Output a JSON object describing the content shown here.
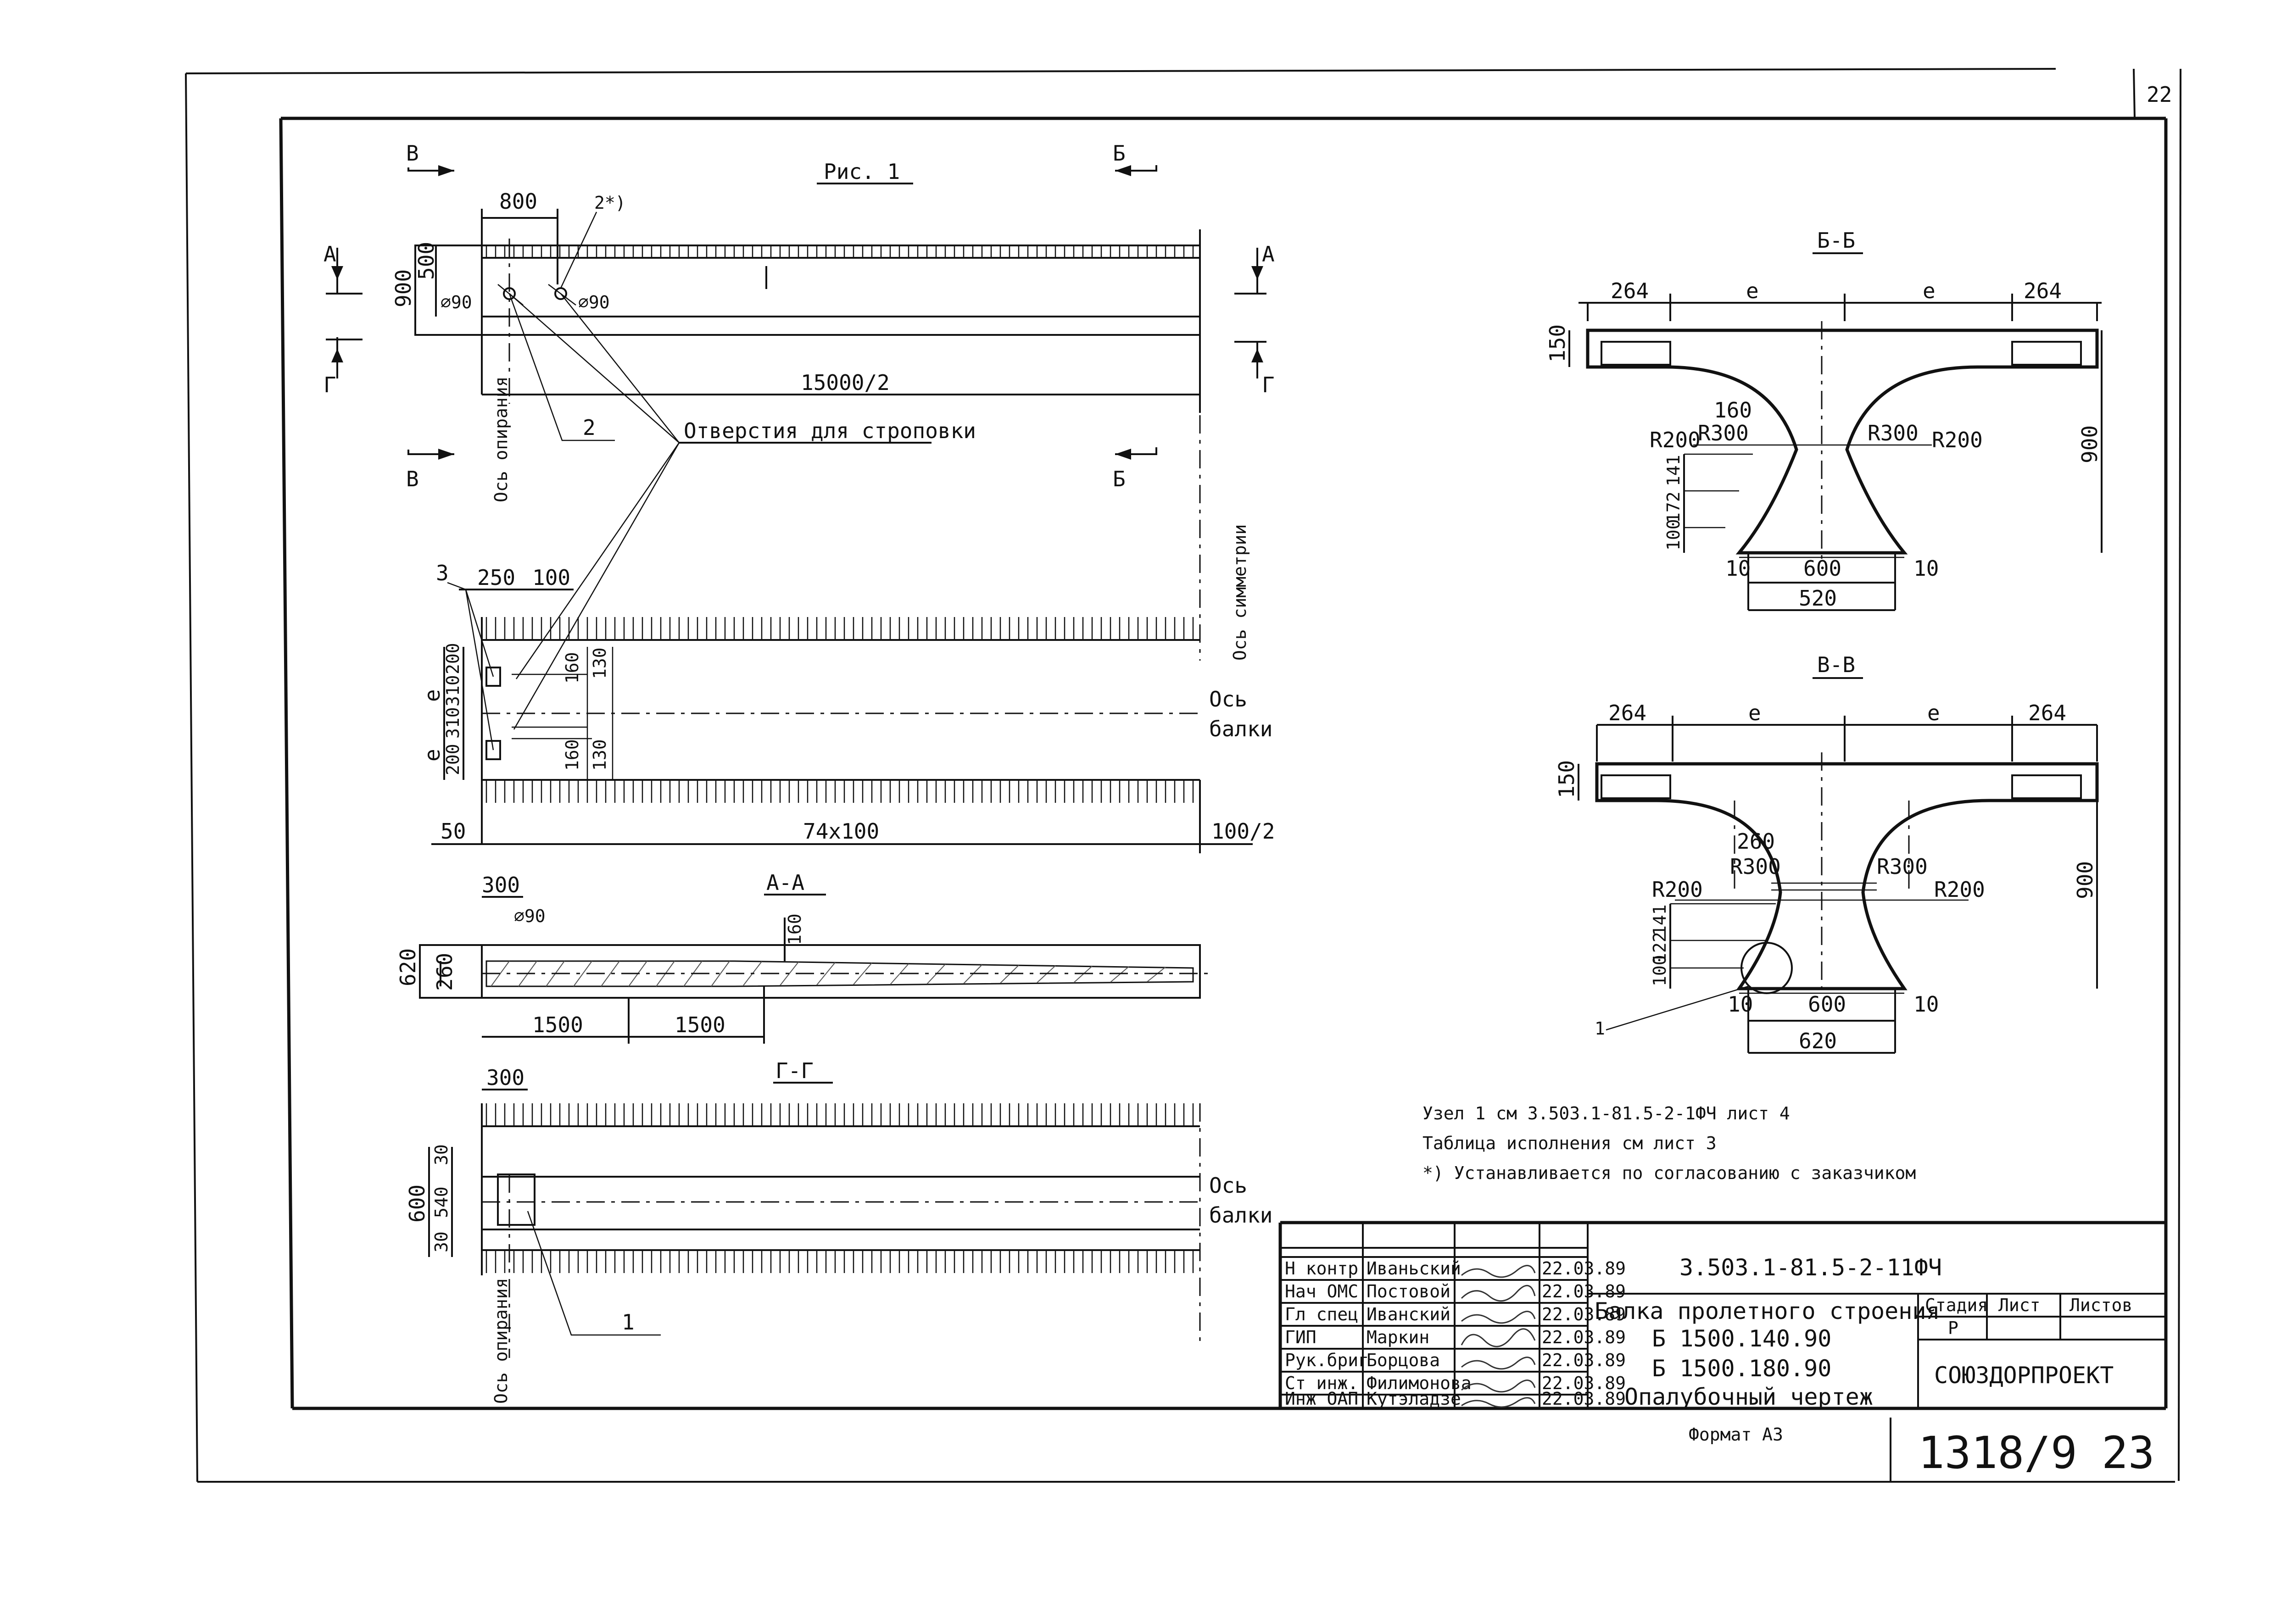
{
  "sheet": {
    "page_number": "22",
    "drawing_code": "3.503.1-81.5-2-11ФЧ",
    "title": "Балка пролетного строения",
    "marks": [
      "Б 1500.140.90",
      "Б 1500.180.90"
    ],
    "subtitle": "Опалубочный чертеж",
    "org": "СОЮЗДОРПРОЕКТ",
    "format": "Формат А3",
    "inventory": "1318/9",
    "list_no": "23",
    "stage_headers": [
      "Стадия",
      "Лист",
      "Листов"
    ],
    "stage_values": [
      "Р",
      "",
      ""
    ]
  },
  "signatures": [
    {
      "role": "Н контр",
      "name": "Иваньский",
      "date": "22.03.89"
    },
    {
      "role": "Нач ОМС",
      "name": "Постовой",
      "date": "22.03.89"
    },
    {
      "role": "Гл спец",
      "name": "Иванский",
      "date": "22.03.89"
    },
    {
      "role": "ГИП",
      "name": "Маркин",
      "date": "22.03.89"
    },
    {
      "role": "Рук.бриг",
      "name": "Борцова",
      "date": "22.03.89"
    },
    {
      "role": "Ст инж.",
      "name": "Филимонова",
      "date": "22.03.89"
    },
    {
      "role": "Инж ОАП",
      "name": "Кутэладзе",
      "date": "22.03.89"
    }
  ],
  "notes": [
    "Узел 1 см 3.503.1-81.5-2-1ФЧ лист 4",
    "Таблица исполнения см лист 3",
    "*) Устанавливается по согласованию с заказчиком"
  ],
  "views": {
    "fig1": "Рис. 1",
    "bb": "Б-Б",
    "vv": "В-В",
    "aa": "А-А",
    "gg": "Г-Г"
  },
  "section_marks": {
    "v": "В",
    "b": "Б",
    "a": "А",
    "g": "Г"
  },
  "callouts": {
    "c1": "1",
    "c2": "2",
    "c2star": "2*)",
    "c3": "3",
    "c4": "1",
    "holes": "Отверстия для строповки",
    "support_axis": "Ось опирания",
    "sym_axis": "Ось симметрии",
    "beam_axis_1": "Ось",
    "beam_axis_2": "балки"
  },
  "dims": {
    "d800": "800",
    "d500": "500",
    "d900": "900",
    "d90a": "⌀90",
    "d90b": "⌀90",
    "d15000": "15000/2",
    "d250": "250",
    "d100": "100",
    "e": "е",
    "d200": "200",
    "d310": "310",
    "d160": "160",
    "d130": "130",
    "d50": "50",
    "d74": "74х100",
    "d100_2": "100/2",
    "d300": "300",
    "d620": "620",
    "d260": "260",
    "d1500": "1500",
    "d600": "600",
    "d540": "540",
    "d30": "30",
    "d264": "264",
    "d150": "150",
    "dR300": "R300",
    "dR200": "R200",
    "d141": "141",
    "d172": "172",
    "d122": "122",
    "d10": "10",
    "d520": "520"
  }
}
